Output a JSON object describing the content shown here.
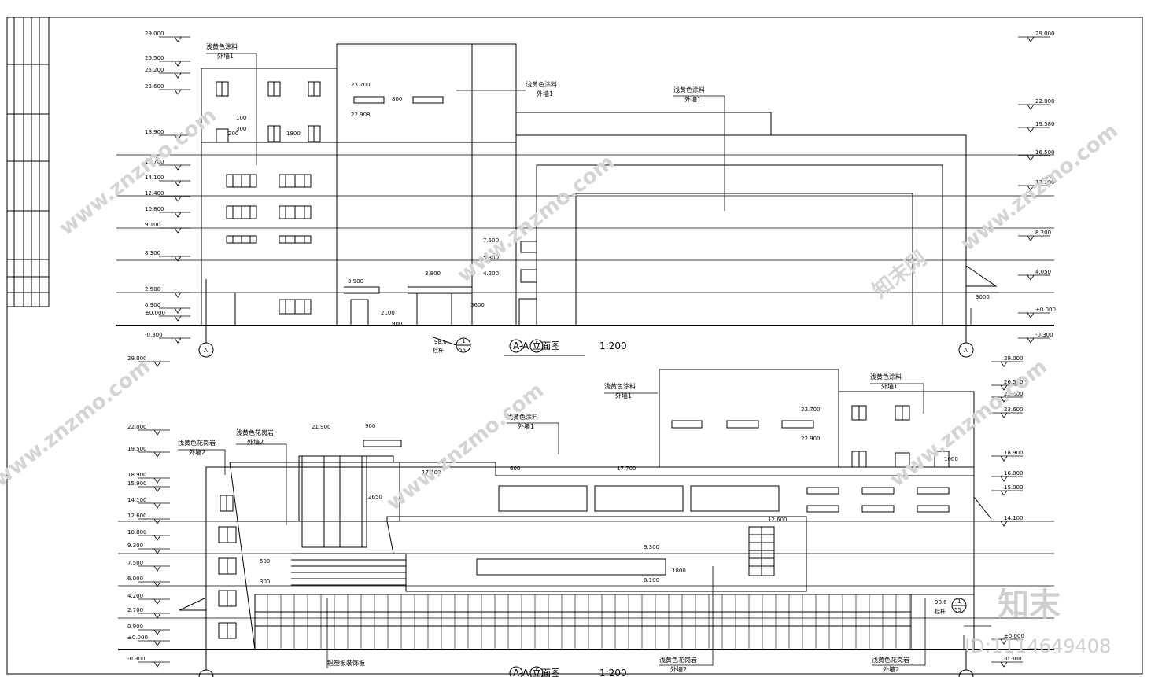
{
  "drawing": {
    "upper": {
      "title": "A-A 立面图",
      "scale": "1:200",
      "axis_label": "A",
      "left_levels": [
        "29.000",
        "26.500",
        "25.200",
        "23.600",
        "18.900",
        "15.700",
        "14.100",
        "12.400",
        "10.800",
        "9.100",
        "8.300",
        "2.500",
        "0.900",
        "±0.000",
        "-0.300"
      ],
      "right_levels": [
        "29.000",
        "22.000",
        "19.580",
        "16.500",
        "13.580",
        "8.200",
        "4.050",
        "±0.000",
        "-0.300"
      ],
      "inner_levels": [
        "23.700",
        "22.908",
        "7.500",
        "5.300",
        "4.200",
        "3.900",
        "3.800"
      ],
      "dims": [
        "800",
        "3000",
        "2100",
        "900",
        "1800",
        "3600",
        "300",
        "200",
        "100"
      ],
      "notes": [
        {
          "material": "浅黄色涂料",
          "tag": "外墙1"
        },
        {
          "material": "浅黄色涂料",
          "tag": "外墙1"
        },
        {
          "material": "浅黄色涂料",
          "tag": "外墙1"
        }
      ],
      "detail_ref": {
        "num": "1",
        "sheet": "55",
        "level": "98.6",
        "label": "栏杆"
      }
    },
    "lower": {
      "title": "A-A 立面图",
      "scale": "1:200",
      "left_levels": [
        "29.000",
        "22.000",
        "19.500",
        "18.900",
        "15.900",
        "14.100",
        "12.600",
        "10.800",
        "9.300",
        "7.500",
        "6.000",
        "4.200",
        "2.700",
        "0.900",
        "±0.000",
        "-0.300"
      ],
      "right_levels": [
        "29.000",
        "26.500",
        "25.200",
        "23.600",
        "18.900",
        "16.800",
        "15.000",
        "14.100",
        "±0.000",
        "-0.300"
      ],
      "inner_levels": [
        "21.900",
        "17.100",
        "17.700",
        "23.700",
        "22.900",
        "12.600",
        "9.300",
        "6.100"
      ],
      "dims": [
        "900",
        "2650",
        "500",
        "300",
        "1800",
        "600",
        "1000"
      ],
      "notes": [
        {
          "material": "浅黄色花岗岩",
          "tag": "外墙2"
        },
        {
          "material": "浅黄色花岗岩",
          "tag": "外墙2"
        },
        {
          "material": "浅黄色涂料",
          "tag": "外墙1"
        },
        {
          "material": "浅黄色涂料",
          "tag": "外墙1"
        },
        {
          "material": "浅黄色涂料",
          "tag": "外墙1"
        },
        {
          "material": "铝塑板装饰板",
          "tag": ""
        },
        {
          "material": "浅黄色花岗岩",
          "tag": "外墙2"
        },
        {
          "material": "浅黄色花岗岩",
          "tag": "外墙2"
        }
      ],
      "detail_ref": {
        "num": "1",
        "sheet": "55",
        "level": "98.6",
        "label": "栏杆"
      }
    }
  },
  "watermark": {
    "site": "www.znzmo.com",
    "brand": "知末",
    "brand_site": "知末网",
    "id_text": "ID:1114649408"
  }
}
